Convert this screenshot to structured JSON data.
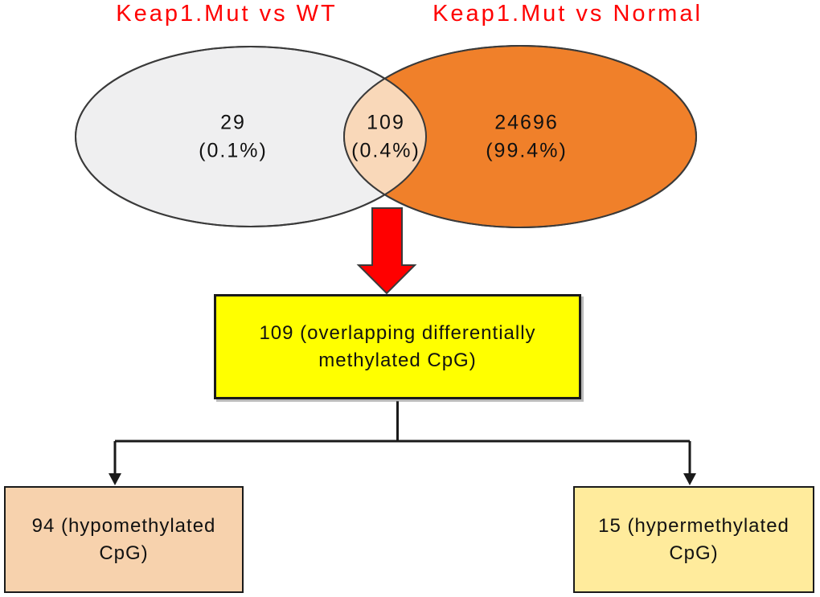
{
  "figure": {
    "titles": {
      "left": "Keap1.Mut vs WT",
      "right": "Keap1.Mut vs Normal"
    },
    "venn": {
      "left_set": {
        "count": "29",
        "percent": "(0.1%)"
      },
      "overlap": {
        "count": "109",
        "percent": "(0.4%)"
      },
      "right_set": {
        "count": "24696",
        "percent": "(99.4%)"
      }
    },
    "flow": {
      "overlap_box": {
        "line1": "109 (overlapping differentially",
        "line2": "methylated CpG)"
      },
      "hypo_box": {
        "line1": "94 (hypomethylated",
        "line2": "CpG)"
      },
      "hyper_box": {
        "line1": "15 (hypermethylated",
        "line2": "CpG)"
      }
    }
  },
  "colors": {
    "title_text": "#FF0000",
    "left_ellipse_fill": "#EFEFF0",
    "right_ellipse_fill": "#F0802A",
    "overlap_fill": "#F9D8B9",
    "arrow_fill": "#FF0000",
    "overlap_box_fill": "#FFFF00",
    "hypo_box_fill": "#F7D2AD",
    "hyper_box_fill": "#FFEB9C",
    "outline": "#3A3A3A",
    "connector": "#1A1A1A",
    "text": "#111111"
  }
}
